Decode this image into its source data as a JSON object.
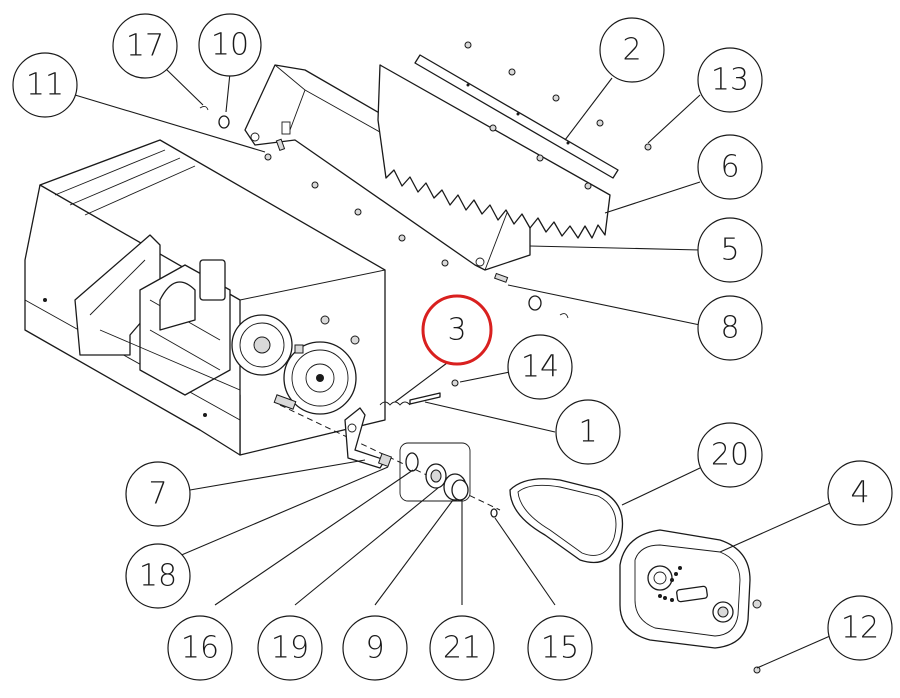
{
  "diagram": {
    "highlight_color": "#d9201f",
    "line_color": "#1a1a1a",
    "callouts": [
      {
        "label": "17",
        "highlighted": false
      },
      {
        "label": "10",
        "highlighted": false
      },
      {
        "label": "11",
        "highlighted": false
      },
      {
        "label": "2",
        "highlighted": false
      },
      {
        "label": "13",
        "highlighted": false
      },
      {
        "label": "6",
        "highlighted": false
      },
      {
        "label": "5",
        "highlighted": false
      },
      {
        "label": "8",
        "highlighted": false
      },
      {
        "label": "3",
        "highlighted": true
      },
      {
        "label": "14",
        "highlighted": false
      },
      {
        "label": "1",
        "highlighted": false
      },
      {
        "label": "20",
        "highlighted": false
      },
      {
        "label": "4",
        "highlighted": false
      },
      {
        "label": "7",
        "highlighted": false
      },
      {
        "label": "18",
        "highlighted": false
      },
      {
        "label": "12",
        "highlighted": false
      },
      {
        "label": "16",
        "highlighted": false
      },
      {
        "label": "19",
        "highlighted": false
      },
      {
        "label": "9",
        "highlighted": false
      },
      {
        "label": "21",
        "highlighted": false
      },
      {
        "label": "15",
        "highlighted": false
      }
    ]
  }
}
